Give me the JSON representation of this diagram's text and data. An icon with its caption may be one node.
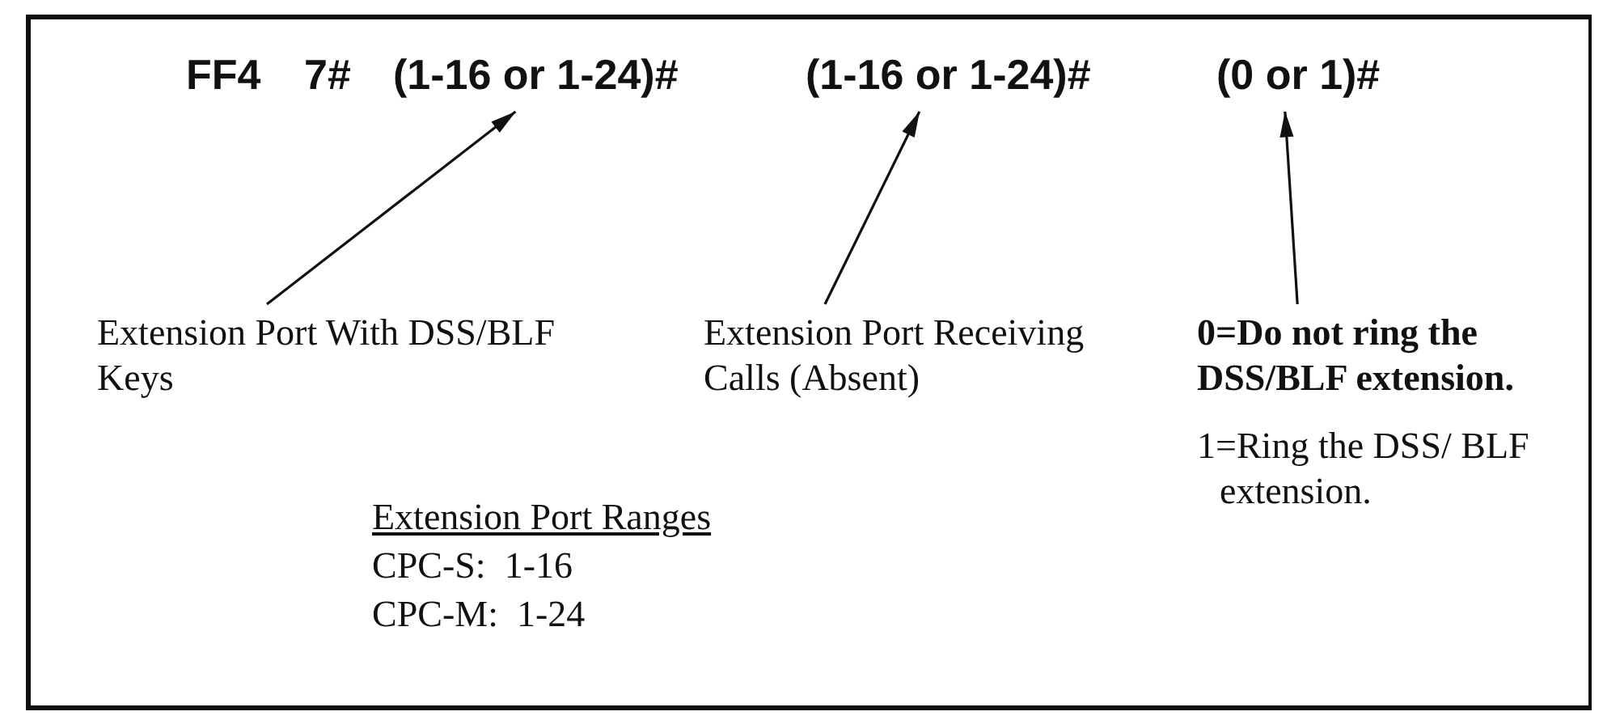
{
  "diagram": {
    "nodes": [
      {
        "text": [
          "FF4"
        ]
      },
      {
        "text": [
          "7#"
        ]
      },
      {
        "text": [
          "(1-16 or 1-24)#"
        ]
      },
      {
        "text": [
          "(1-16 or 1-24)#"
        ]
      },
      {
        "text": [
          "(0 or 1)#"
        ]
      },
      {
        "text": [
          "Extension Port With DSS/BLF Keys"
        ]
      },
      {
        "text": [
          "Extension Port Receiving Calls (Absent)"
        ]
      },
      {
        "text": [
          "0=Do not ring the DSS/BLF extension."
        ]
      }
    ],
    "edges": [
      {
        "from": 5,
        "to": 2,
        "arrow": "to"
      },
      {
        "from": 6,
        "to": 3,
        "arrow": "to"
      },
      {
        "from": 7,
        "to": 4,
        "arrow": "to"
      }
    ],
    "labels": [
      "Extension Port Ranges",
      "CPC-S:  1-16",
      "CPC-M:  1-24",
      "1=Ring the DSS/ BLF extension."
    ]
  }
}
